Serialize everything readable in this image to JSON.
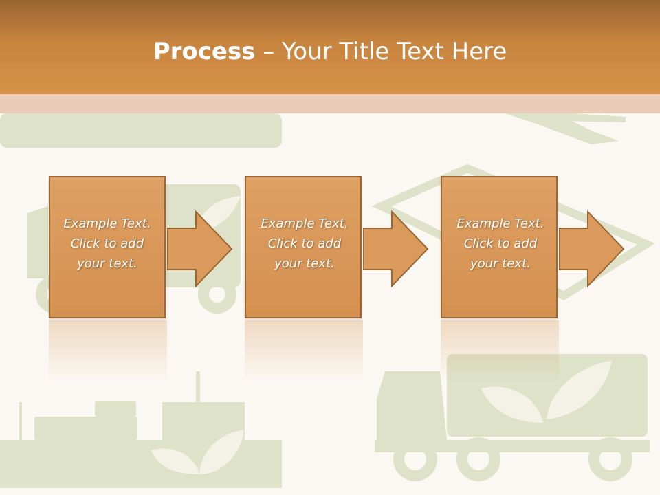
{
  "title": {
    "bold": "Process",
    "rest": " – Your Title Text Here"
  },
  "steps": [
    {
      "line1": "Example Text.",
      "line2": "Click  to add",
      "line3": "your text."
    },
    {
      "line1": "Example Text.",
      "line2": "Click  to add",
      "line3": "your text."
    },
    {
      "line1": "Example Text.",
      "line2": "Click  to add",
      "line3": "your text."
    }
  ],
  "colors": {
    "header": "#c7843e",
    "box": "#d99a5c",
    "border": "#9b6834",
    "illustration": "#d6dcbf"
  }
}
